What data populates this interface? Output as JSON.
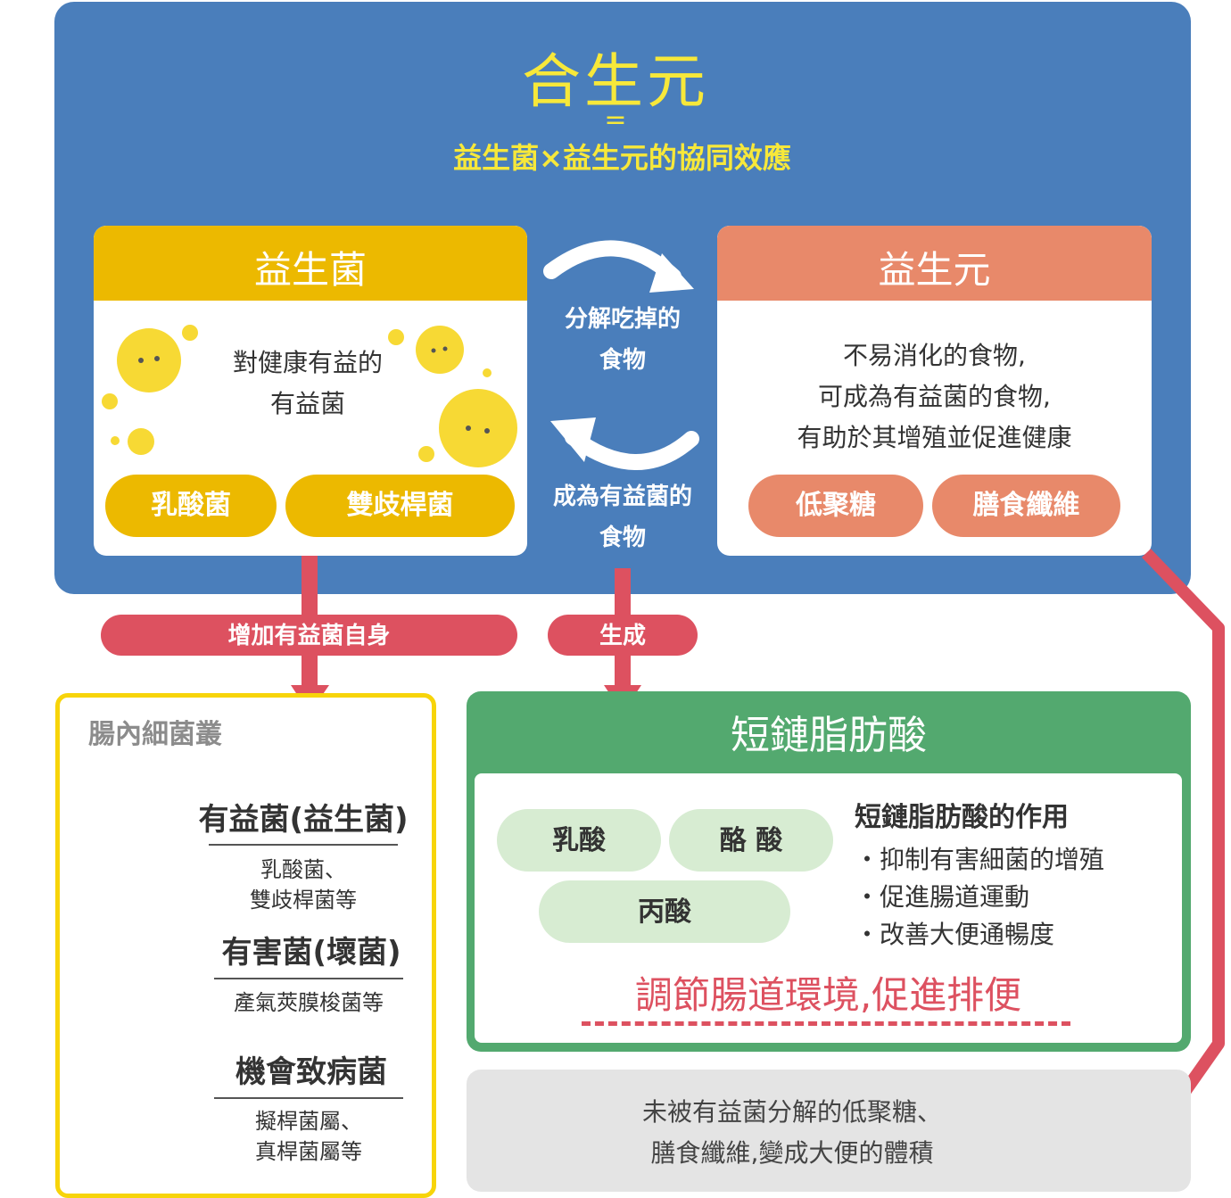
{
  "header": {
    "title": "合生元",
    "equals": "=",
    "subtitle": "益生菌×益生元的協同效應"
  },
  "probiotic": {
    "title": "益生菌",
    "desc_lines": [
      "對健康有益的",
      "有益菌"
    ],
    "tags": [
      "乳酸菌",
      "雙歧桿菌"
    ]
  },
  "prebiotic": {
    "title": "益生元",
    "desc_lines": [
      "不易消化的食物,",
      "可成為有益菌的食物,",
      "有助於其增殖並促進健康"
    ],
    "tags": [
      "低聚糖",
      "膳食纖維"
    ]
  },
  "cycle": {
    "top_lines": [
      "分解吃掉的",
      "食物"
    ],
    "bottom_lines": [
      "成為有益菌的",
      "食物"
    ]
  },
  "flow": {
    "increase_label": "增加有益菌自身",
    "produce_label": "生成"
  },
  "flora": {
    "title": "腸內細菌叢",
    "good": {
      "name": "有益菌(益生菌)",
      "examples": [
        "乳酸菌、",
        "雙歧桿菌等"
      ]
    },
    "bad": {
      "name": "有害菌(壞菌)",
      "examples": [
        "產氣莢膜梭菌等"
      ]
    },
    "opportunistic": {
      "name": "機會致病菌",
      "examples": [
        "擬桿菌屬、",
        "真桿菌屬等"
      ]
    }
  },
  "scfa": {
    "title": "短鏈脂肪酸",
    "acids": [
      "乳酸",
      "酪 酸",
      "丙酸"
    ],
    "effects_title": "短鏈脂肪酸的作用",
    "effects": [
      "・抑制有害細菌的增殖",
      "・促進腸道運動",
      "・改善大便通暢度"
    ],
    "conclusion": "調節腸道環境,促進排便"
  },
  "stool": {
    "lines": [
      "未被有益菌分解的低聚糖、",
      "膳食纖維,變成大便的體積"
    ]
  },
  "colors": {
    "blue_panel": "#4a7ebb",
    "yellow_title": "#f7e83a",
    "probiotic_yellow": "#ecb900",
    "prebiotic_orange": "#e8896a",
    "arrow_red": "#dd5160",
    "scfa_green": "#53a96f",
    "acid_light_green": "#d7ecd2",
    "grey_box": "#e4e4e4"
  }
}
